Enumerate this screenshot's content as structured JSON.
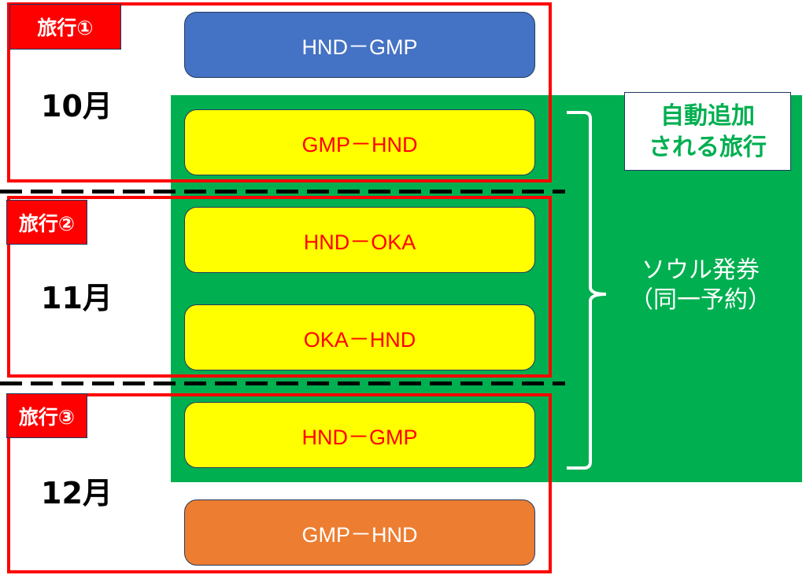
{
  "colors": {
    "trip_frame": "#FF0000",
    "green_panel": "#00AF50",
    "blue_flight": "#4472C4",
    "yellow_flight": "#FFFF00",
    "orange_flight": "#ED7D31",
    "red_text": "#FF0000"
  },
  "trips": [
    {
      "label": "旅行①",
      "month": "10月"
    },
    {
      "label": "旅行②",
      "month": "11月"
    },
    {
      "label": "旅行③",
      "month": "12月"
    }
  ],
  "flights": [
    {
      "route": "HND－GMP",
      "style": "blue"
    },
    {
      "route": "GMP－HND",
      "style": "yellow"
    },
    {
      "route": "HND－OKA",
      "style": "yellow"
    },
    {
      "route": "OKA－HND",
      "style": "yellow"
    },
    {
      "route": "HND－GMP",
      "style": "yellow"
    },
    {
      "route": "GMP－HND",
      "style": "orange"
    }
  ],
  "callout": {
    "line1": "自動追加",
    "line2": "される旅行"
  },
  "ticket_note": {
    "line1": "ソウル発券",
    "line2": "（同一予約）"
  }
}
